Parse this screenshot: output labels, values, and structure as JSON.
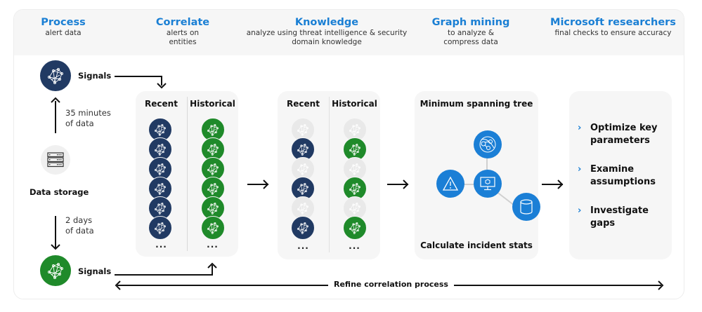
{
  "stages": [
    {
      "title": "Process",
      "desc": "alert data"
    },
    {
      "title": "Correlate",
      "desc": "alerts on entities"
    },
    {
      "title": "Knowledge",
      "desc": "analyze using threat intelligence & security domain knowledge"
    },
    {
      "title": "Graph mining",
      "desc": "to analyze & compress data"
    },
    {
      "title": "Microsoft researchers",
      "desc": "final checks to ensure accuracy"
    }
  ],
  "process": {
    "signals_top_label": "Signals",
    "signals_bottom_label": "Signals",
    "storage_label": "Data storage",
    "up_flow_label_line1": "35 minutes",
    "up_flow_label_line2": "of data",
    "down_flow_label_line1": "2 days",
    "down_flow_label_line2": "of data",
    "recent_color": "#213a63",
    "historical_color": "#1f8a2a"
  },
  "correlate": {
    "col_recent": "Recent",
    "col_historical": "Historical",
    "recent_count": 6,
    "historical_count": 6,
    "more": "..."
  },
  "knowledge": {
    "col_recent": "Recent",
    "col_historical": "Historical",
    "pattern": [
      "faded",
      "active",
      "faded",
      "active",
      "faded",
      "active"
    ],
    "more": "..."
  },
  "graph_mining": {
    "title": "Minimum spanning tree",
    "footer": "Calculate incident stats",
    "nodes": [
      "globe-network-icon",
      "warning-icon",
      "monitor-icon",
      "database-icon"
    ],
    "node_color": "#1b7fd6"
  },
  "researchers": {
    "bullets": [
      {
        "line1": "Optimize key",
        "line2": "parameters"
      },
      {
        "line1": "Examine",
        "line2": "assumptions"
      },
      {
        "line1": "Investigate",
        "line2": "gaps"
      }
    ],
    "chevron": "›"
  },
  "refine_label": "Refine correlation process",
  "accent_color": "#1a7fd4"
}
